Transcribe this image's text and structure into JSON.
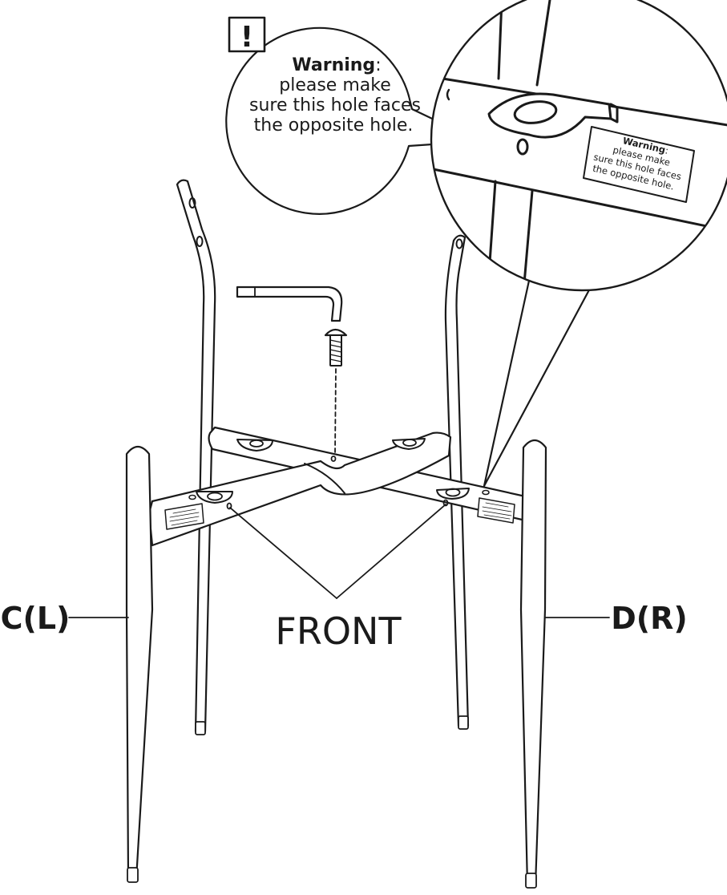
{
  "warning_callout": {
    "icon": "exclamation-box-icon",
    "icon_glyph": "!",
    "title": "Warning",
    "title_suffix": ":",
    "line1": "please make",
    "line2": "sure this hole faces",
    "line3": "the opposite hole."
  },
  "detail_sticker": {
    "title": "Warning",
    "title_suffix": ":",
    "line1": "please make",
    "line2": "sure this hole faces",
    "line3": "the opposite hole."
  },
  "labels": {
    "left_leg": "C(L)",
    "right_leg": "D(R)",
    "front": "FRONT"
  },
  "colors": {
    "line": "#1a1a1a",
    "background": "#ffffff"
  }
}
